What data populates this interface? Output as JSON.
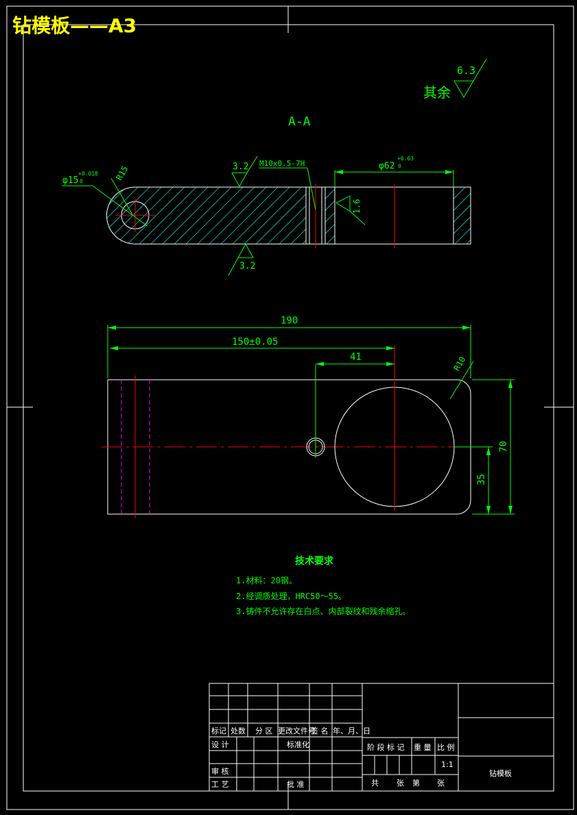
{
  "colors": {
    "background": "#000000",
    "outline": "#ffffff",
    "dimension": "#00ff00",
    "centerline": "#ff0000",
    "hatch": "#00c8c8",
    "hidden": "#ff00ff",
    "title_text": "#ffff00"
  },
  "sheet": {
    "title": "钻模板——A3"
  },
  "roughness": {
    "other_label": "其余",
    "other_value": "6.3",
    "top": "3.2",
    "bottom": "3.2",
    "bore": "1.6"
  },
  "section": {
    "label": "A-A",
    "hole_dim": "φ15",
    "hole_tol_upper": "+0.018",
    "hole_tol_lower": "0",
    "radius_dim": "R15",
    "thread": "M10x0.5-7H",
    "bore_dim": "φ62",
    "bore_tol_upper": "+0.03",
    "bore_tol_lower": "0"
  },
  "plan": {
    "overall_length": "190",
    "hole_spacing": "150±0.05",
    "small_hole_offset": "41",
    "corner_radius": "R10",
    "width": "70",
    "half_width": "35"
  },
  "tech_requirements": {
    "heading": "技术要求",
    "items": [
      "1.材料：20钢。",
      "2.经调质处理，HRC50～55。",
      "3.铸件不允许存在白点、内部裂纹和残余缩孔。"
    ]
  },
  "title_block": {
    "mark": "标记",
    "count": "处数",
    "zone": "分 区",
    "doc_no": "更改文件号",
    "signature": "签 名",
    "date": "年、月、日",
    "design": "设 计",
    "standardize": "标准化",
    "stage_mark": "阶 段 标 记",
    "weight": "重 量",
    "scale": "比 例",
    "scale_value": "1:1",
    "review": "审 核",
    "process": "工 艺",
    "approve": "批 准",
    "total": "共",
    "sheets": "张",
    "sheet_no": "第",
    "sheet_unit": "张",
    "part_name": "钻模板"
  }
}
